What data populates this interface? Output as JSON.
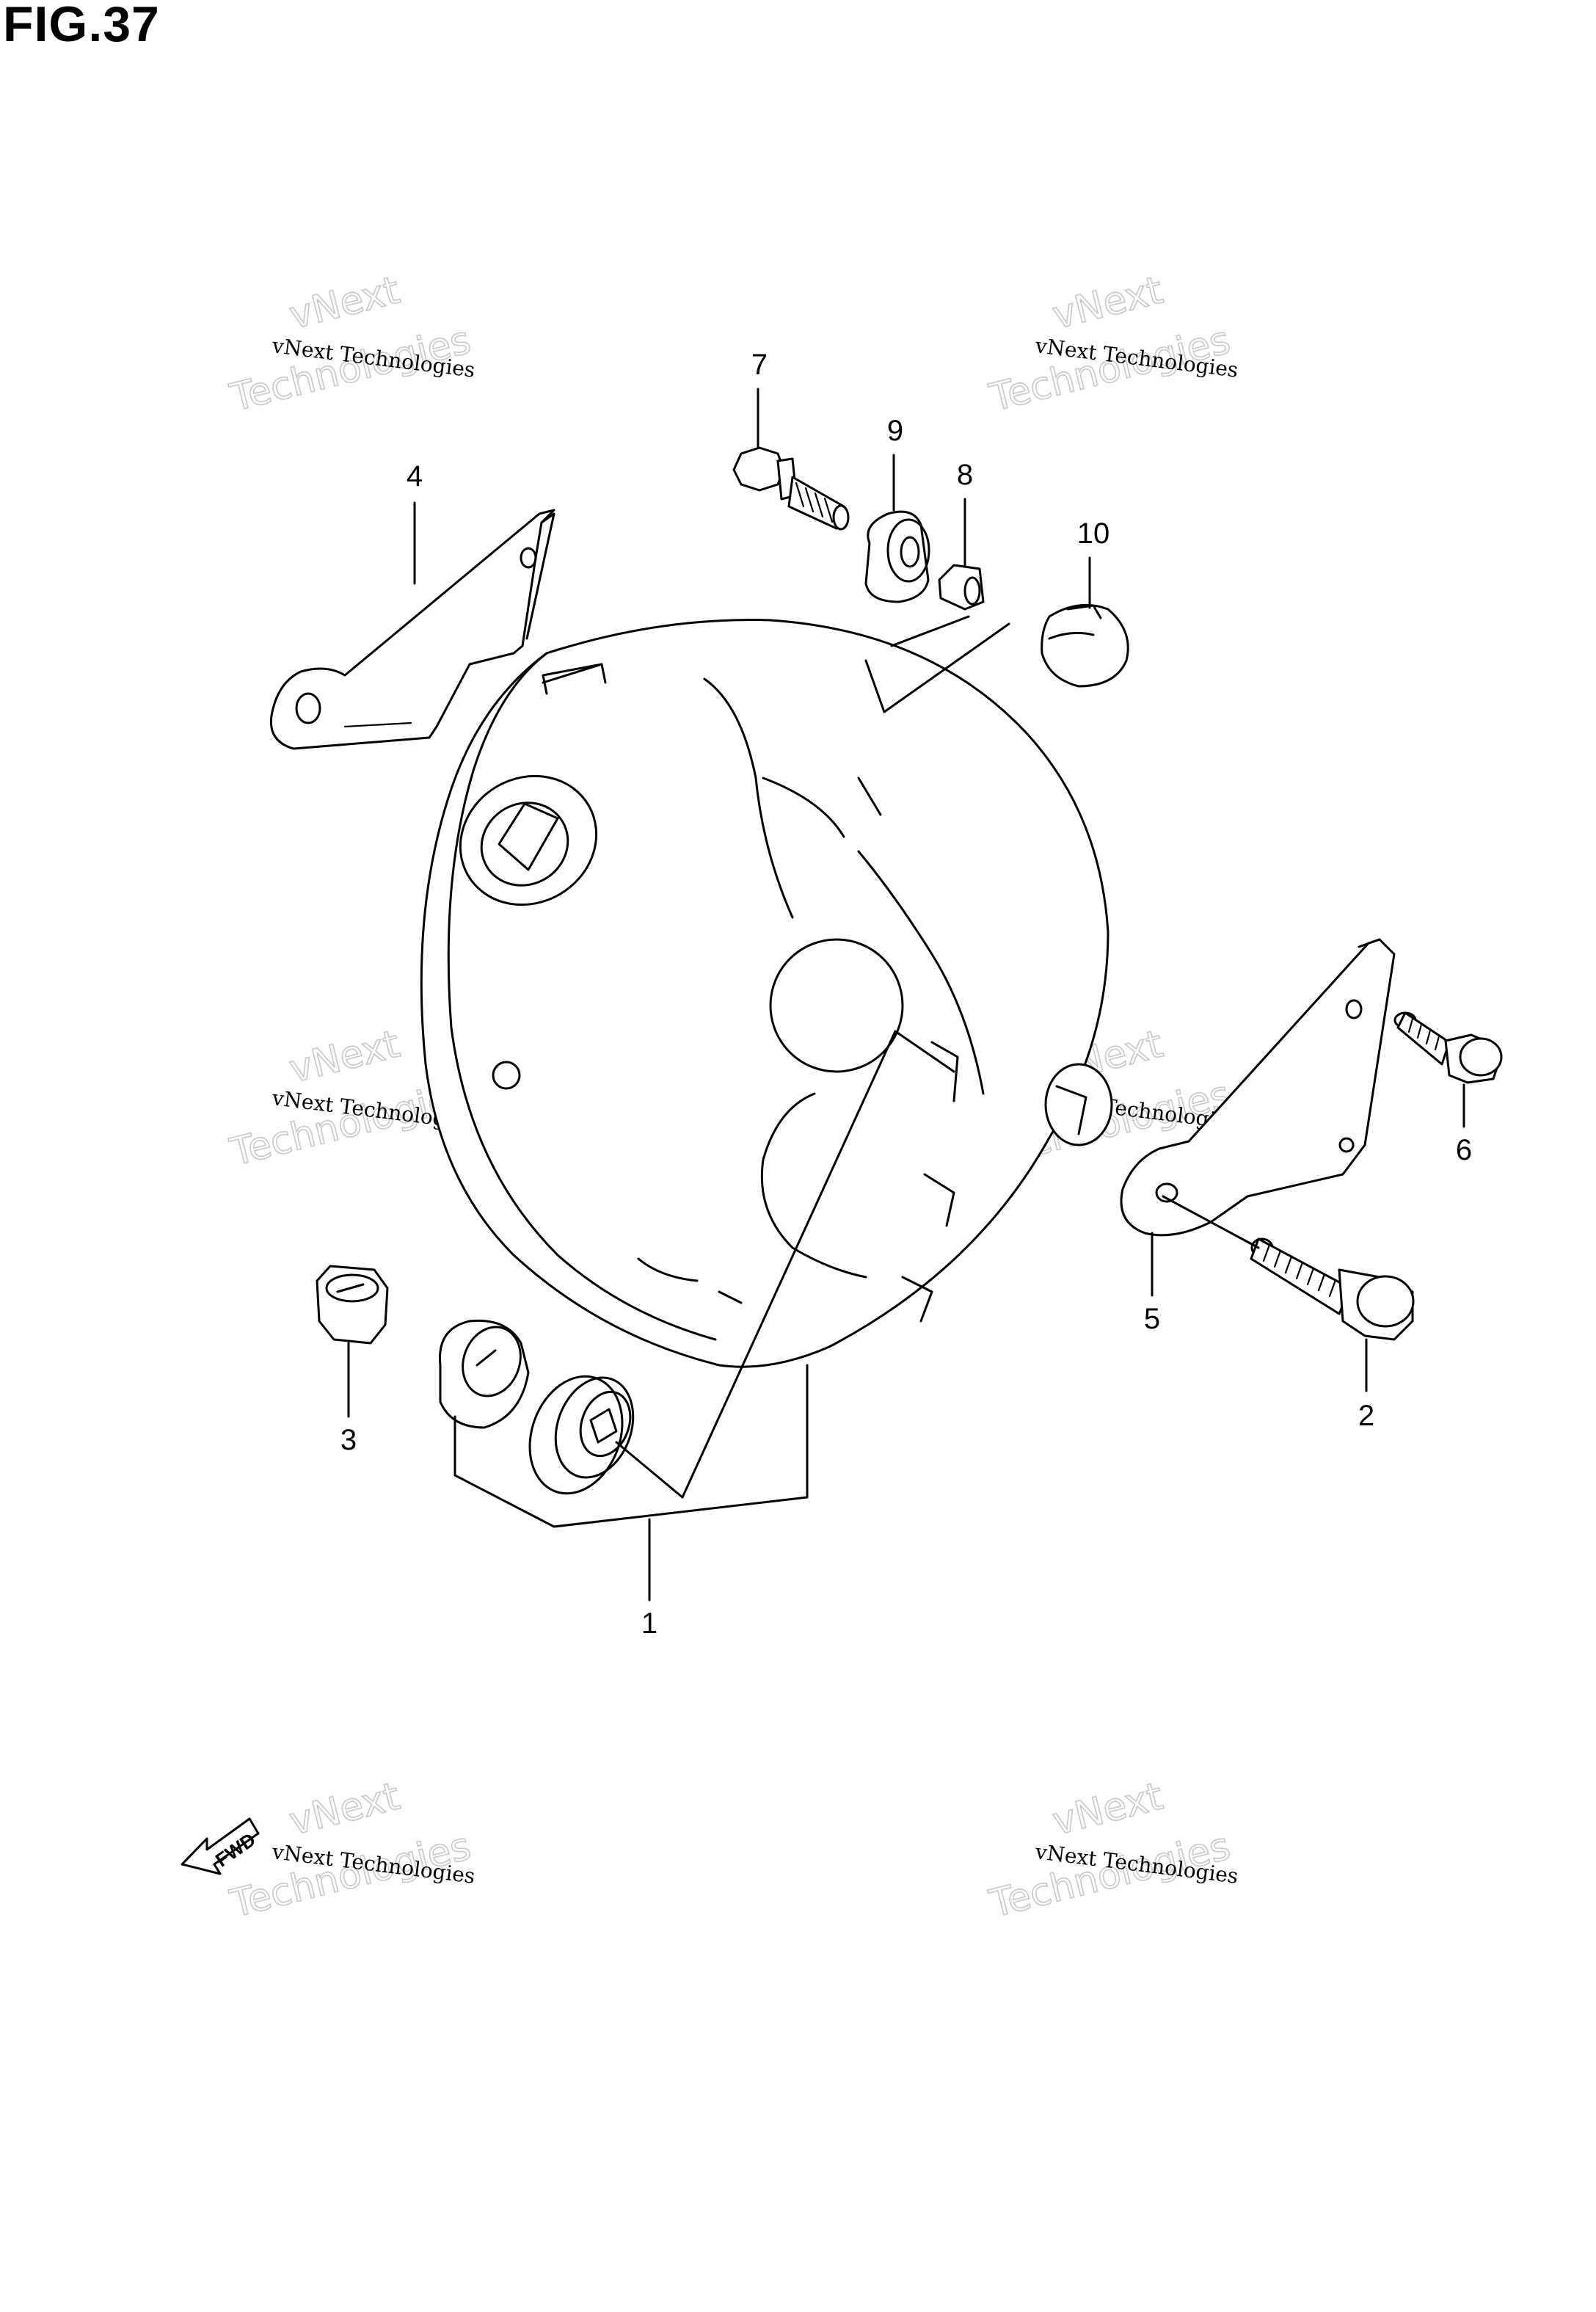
{
  "figure": {
    "title": "FIG.37"
  },
  "callouts": [
    {
      "id": "1",
      "label": "1"
    },
    {
      "id": "2",
      "label": "2"
    },
    {
      "id": "3",
      "label": "3"
    },
    {
      "id": "4",
      "label": "4"
    },
    {
      "id": "5",
      "label": "5"
    },
    {
      "id": "6",
      "label": "6"
    },
    {
      "id": "7",
      "label": "7"
    },
    {
      "id": "8",
      "label": "8"
    },
    {
      "id": "9",
      "label": "9"
    },
    {
      "id": "10",
      "label": "10"
    }
  ],
  "watermark": {
    "text": "vNext Technologies",
    "line1": "vNext",
    "line2": "Technologies"
  },
  "fwd_arrow": {
    "label": "FWD"
  }
}
